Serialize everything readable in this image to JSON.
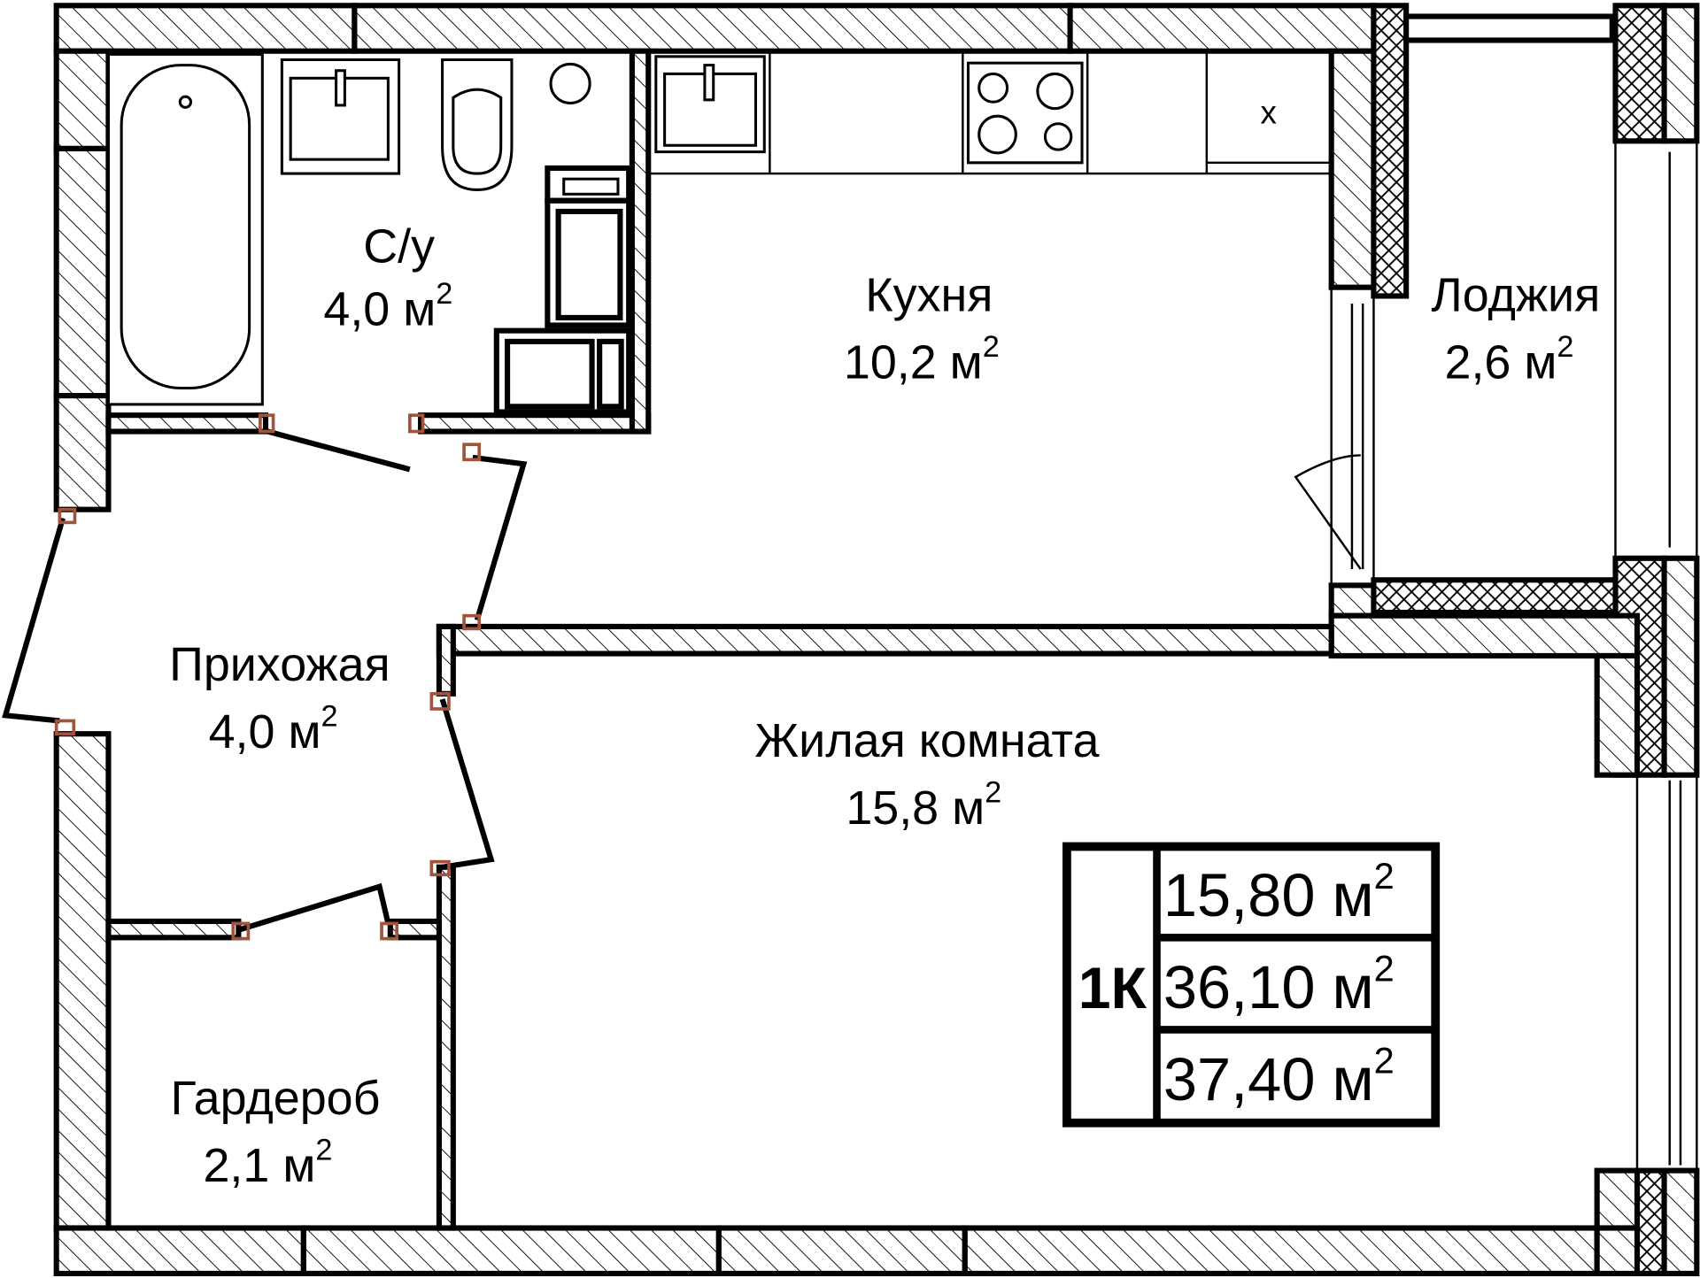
{
  "unit": "м",
  "unit_sup": "2",
  "rooms": {
    "bathroom": {
      "name": "С/у",
      "area": "4,0"
    },
    "kitchen": {
      "name": "Кухня",
      "area": "10,2"
    },
    "loggia": {
      "name": "Лоджия",
      "area": "2,6"
    },
    "hallway": {
      "name": "Прихожая",
      "area": "4,0"
    },
    "living": {
      "name": "Жилая комната",
      "area": "15,8"
    },
    "wardrobe": {
      "name": "Гардероб",
      "area": "2,1"
    }
  },
  "kitchen_mark": "x",
  "summary": {
    "type": "1К",
    "living_area": "15,80 м",
    "total_area": "36,10 м",
    "total_with_loggia": "37,40 м"
  }
}
